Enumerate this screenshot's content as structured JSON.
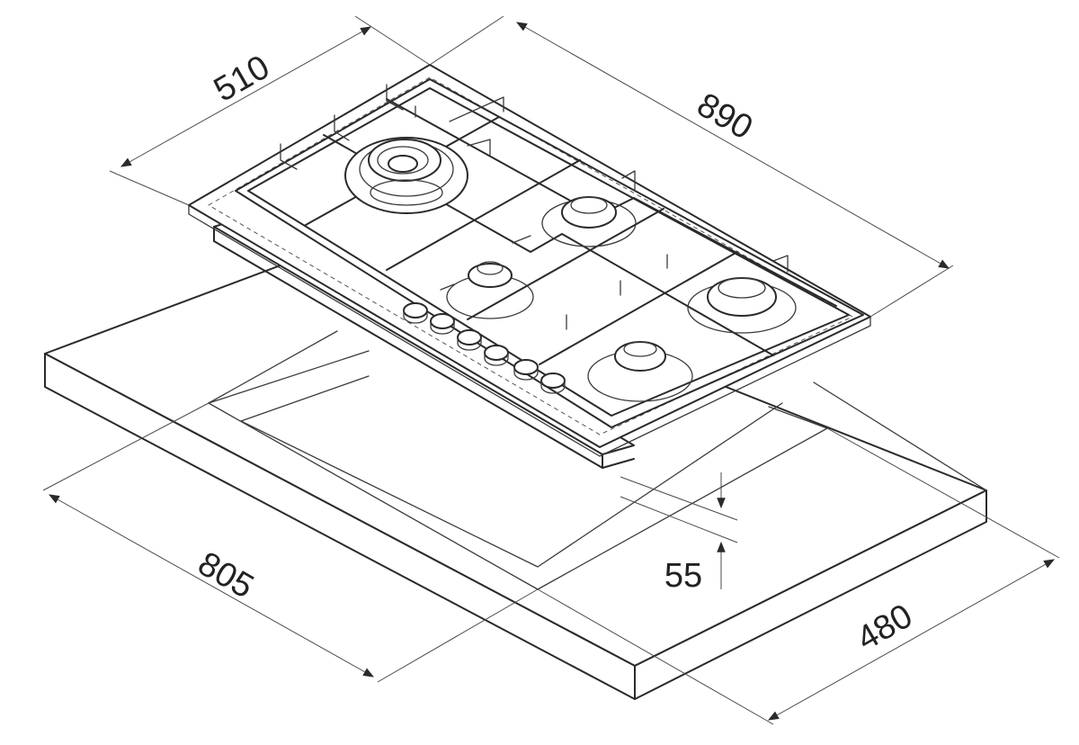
{
  "dimensions": {
    "hob_depth": "510",
    "hob_width": "890",
    "cutout_width": "805",
    "cutout_depth": "480",
    "installation_height": "55"
  },
  "colors": {
    "line": "#2a2a2a",
    "background": "#ffffff"
  },
  "icons": {
    "burners": [
      "wok-burner",
      "medium-burner",
      "small-burner",
      "large-burner",
      "medium-burner"
    ],
    "control_knobs": 6
  }
}
